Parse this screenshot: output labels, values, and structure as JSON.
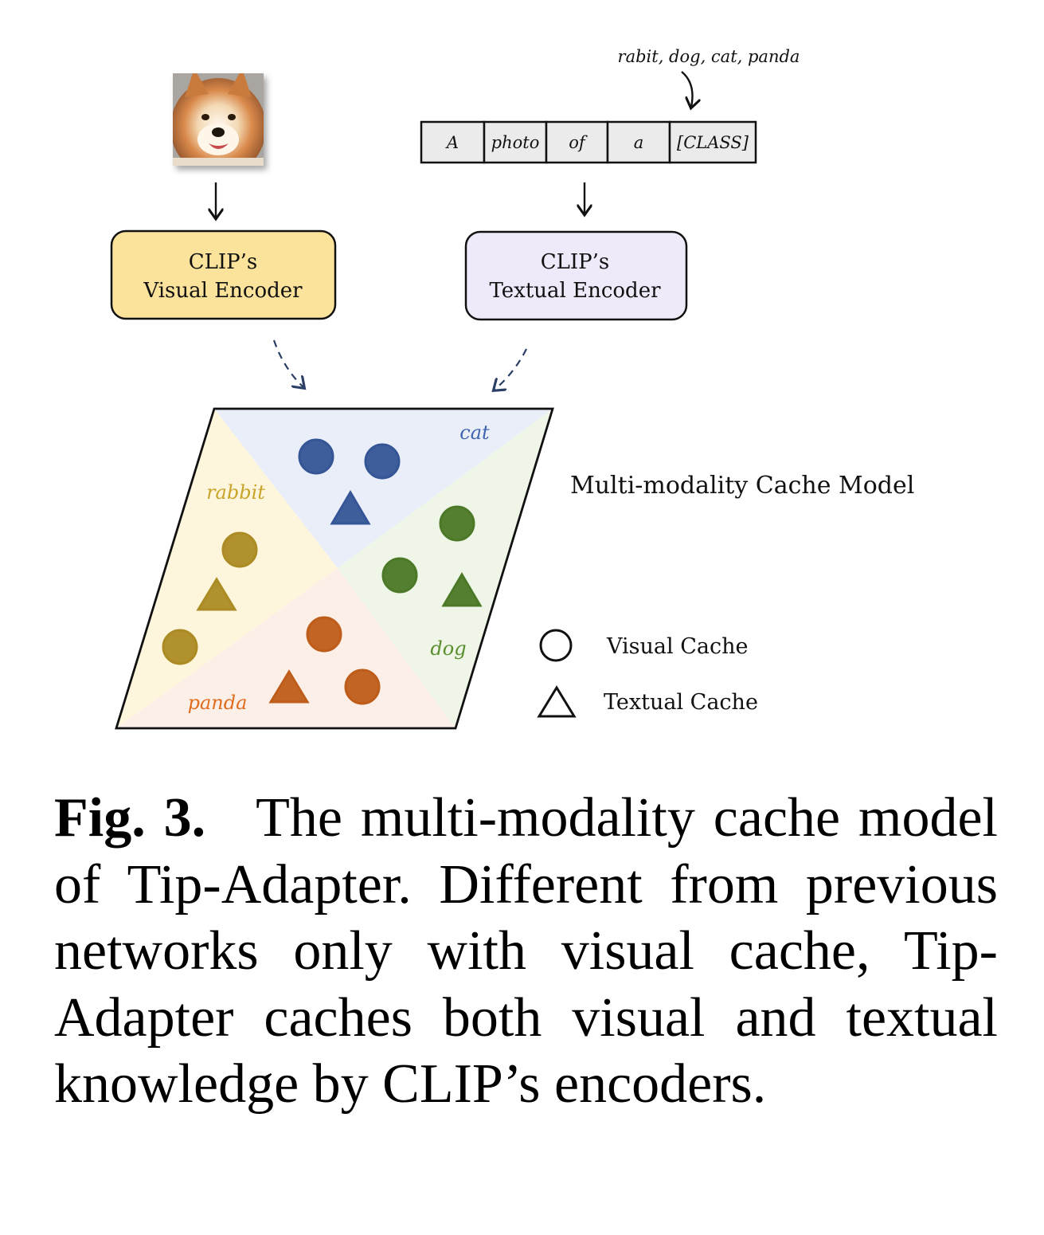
{
  "prompt": {
    "class_list": "rabit, dog, cat, panda",
    "tokens": [
      "A",
      "photo",
      "of",
      "a",
      "[CLASS]"
    ]
  },
  "encoders": {
    "visual": {
      "line1": "CLIP’s",
      "line2": "Visual Encoder",
      "color": "#fbe39b"
    },
    "textual": {
      "line1": "CLIP’s",
      "line2": "Textual Encoder",
      "color": "#efeafa"
    }
  },
  "cache_model": {
    "title": "Multi-modality Cache Model",
    "regions": [
      {
        "label": "cat",
        "color": "#3e64b0",
        "fill": "#e9eef8"
      },
      {
        "label": "rabbit",
        "color": "#caa42a",
        "fill": "#fdf6dc"
      },
      {
        "label": "dog",
        "color": "#5a8e2e",
        "fill": "#eff6e8"
      },
      {
        "label": "panda",
        "color": "#e06d1e",
        "fill": "#fcefe8"
      }
    ]
  },
  "legend": {
    "visual": "Visual Cache",
    "textual": "Textual Cache"
  },
  "caption": {
    "label": "Fig. 3.",
    "text": "The multi-modality cache model of Tip-Adapter. Different from previous networks only with visual cache, Tip-Adapter caches both visual and textual knowledge by CLIP’s encoders."
  }
}
